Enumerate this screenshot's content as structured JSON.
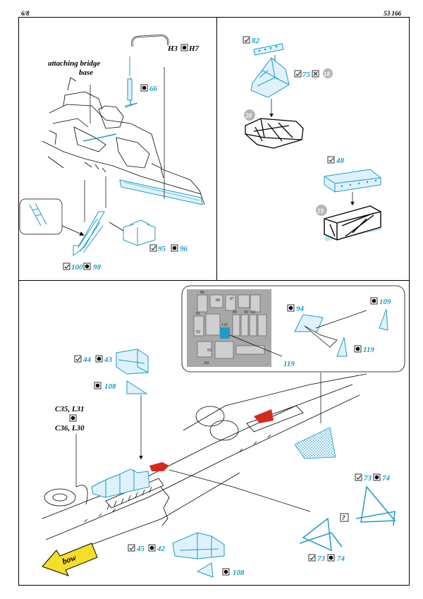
{
  "header": {
    "page": "6/8",
    "code": "53 166"
  },
  "labels": {
    "attaching_bridge": "attaching bridge",
    "base": "base",
    "n66": "66",
    "h3": "H3",
    "h7": "H7",
    "n95": "95",
    "n96": "96",
    "n100": "100",
    "n98": "98",
    "n82": "82",
    "n75": "75",
    "n18": "18",
    "n20": "20",
    "n48": "48",
    "n19": "19",
    "n94": "94",
    "n109": "109",
    "n119a": "119",
    "n119b": "119",
    "n44": "44",
    "n43": "43",
    "n108a": "108",
    "c35": "C35, L31",
    "c36": "C36, L30",
    "n73a": "73",
    "n74a": "74",
    "q": "?",
    "n73b": "73",
    "n74b": "74",
    "n45": "45",
    "n42": "42",
    "n108b": "108",
    "bow": "bow"
  },
  "fret_numbers": [
    "86",
    "88",
    "87",
    "89",
    "90",
    "91",
    "92",
    "93",
    "119",
    "95",
    "84"
  ],
  "colors": {
    "part_blue": "#1b9bc8",
    "red": "#d42a1e",
    "yellow": "#f4de2a",
    "circle_gray": "#b5b5b5",
    "fret_gray": "#8c8c8c"
  }
}
